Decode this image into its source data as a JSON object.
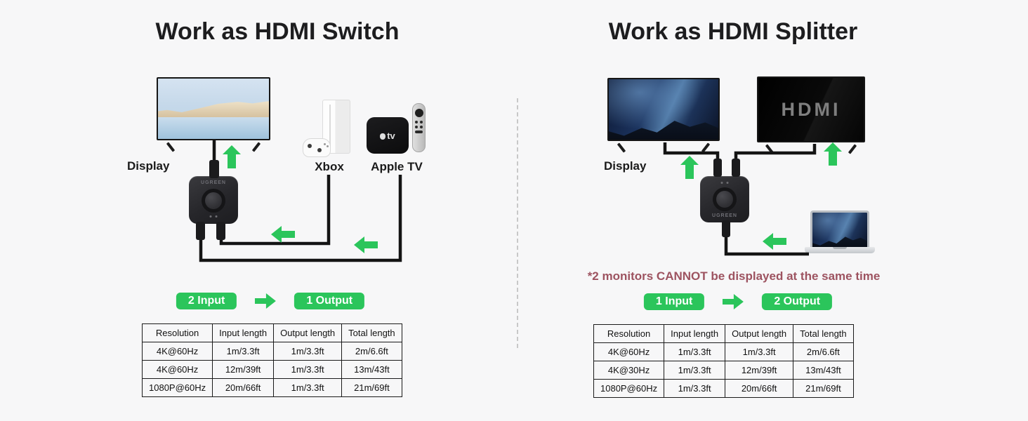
{
  "colors": {
    "accent_green": "#2bc55b",
    "warning_text": "#9d5360",
    "cable_black": "#141414"
  },
  "left": {
    "title": "Work as HDMI Switch",
    "display_label": "Display",
    "xbox_label": "Xbox",
    "apple_tv_label": "Apple TV",
    "apple_tv_logo": "tv",
    "device_logo": "UGREEN",
    "input_badge": "2 Input",
    "output_badge": "1 Output",
    "table": {
      "headers": [
        "Resolution",
        "Input length",
        "Output length",
        "Total length"
      ],
      "rows": [
        [
          "4K@60Hz",
          "1m/3.3ft",
          "1m/3.3ft",
          "2m/6.6ft"
        ],
        [
          "4K@60Hz",
          "12m/39ft",
          "1m/3.3ft",
          "13m/43ft"
        ],
        [
          "1080P@60Hz",
          "20m/66ft",
          "1m/3.3ft",
          "21m/69ft"
        ]
      ]
    }
  },
  "right": {
    "title": "Work as HDMI Splitter",
    "display_label": "Display",
    "hdmi_screen_logo": "HDMI",
    "device_logo": "UGREEN",
    "warning": "*2 monitors CANNOT be displayed at the same time",
    "input_badge": "1 Input",
    "output_badge": "2 Output",
    "table": {
      "headers": [
        "Resolution",
        "Input length",
        "Output length",
        "Total length"
      ],
      "rows": [
        [
          "4K@60Hz",
          "1m/3.3ft",
          "1m/3.3ft",
          "2m/6.6ft"
        ],
        [
          "4K@30Hz",
          "1m/3.3ft",
          "12m/39ft",
          "13m/43ft"
        ],
        [
          "1080P@60Hz",
          "1m/3.3ft",
          "20m/66ft",
          "21m/69ft"
        ]
      ]
    }
  }
}
